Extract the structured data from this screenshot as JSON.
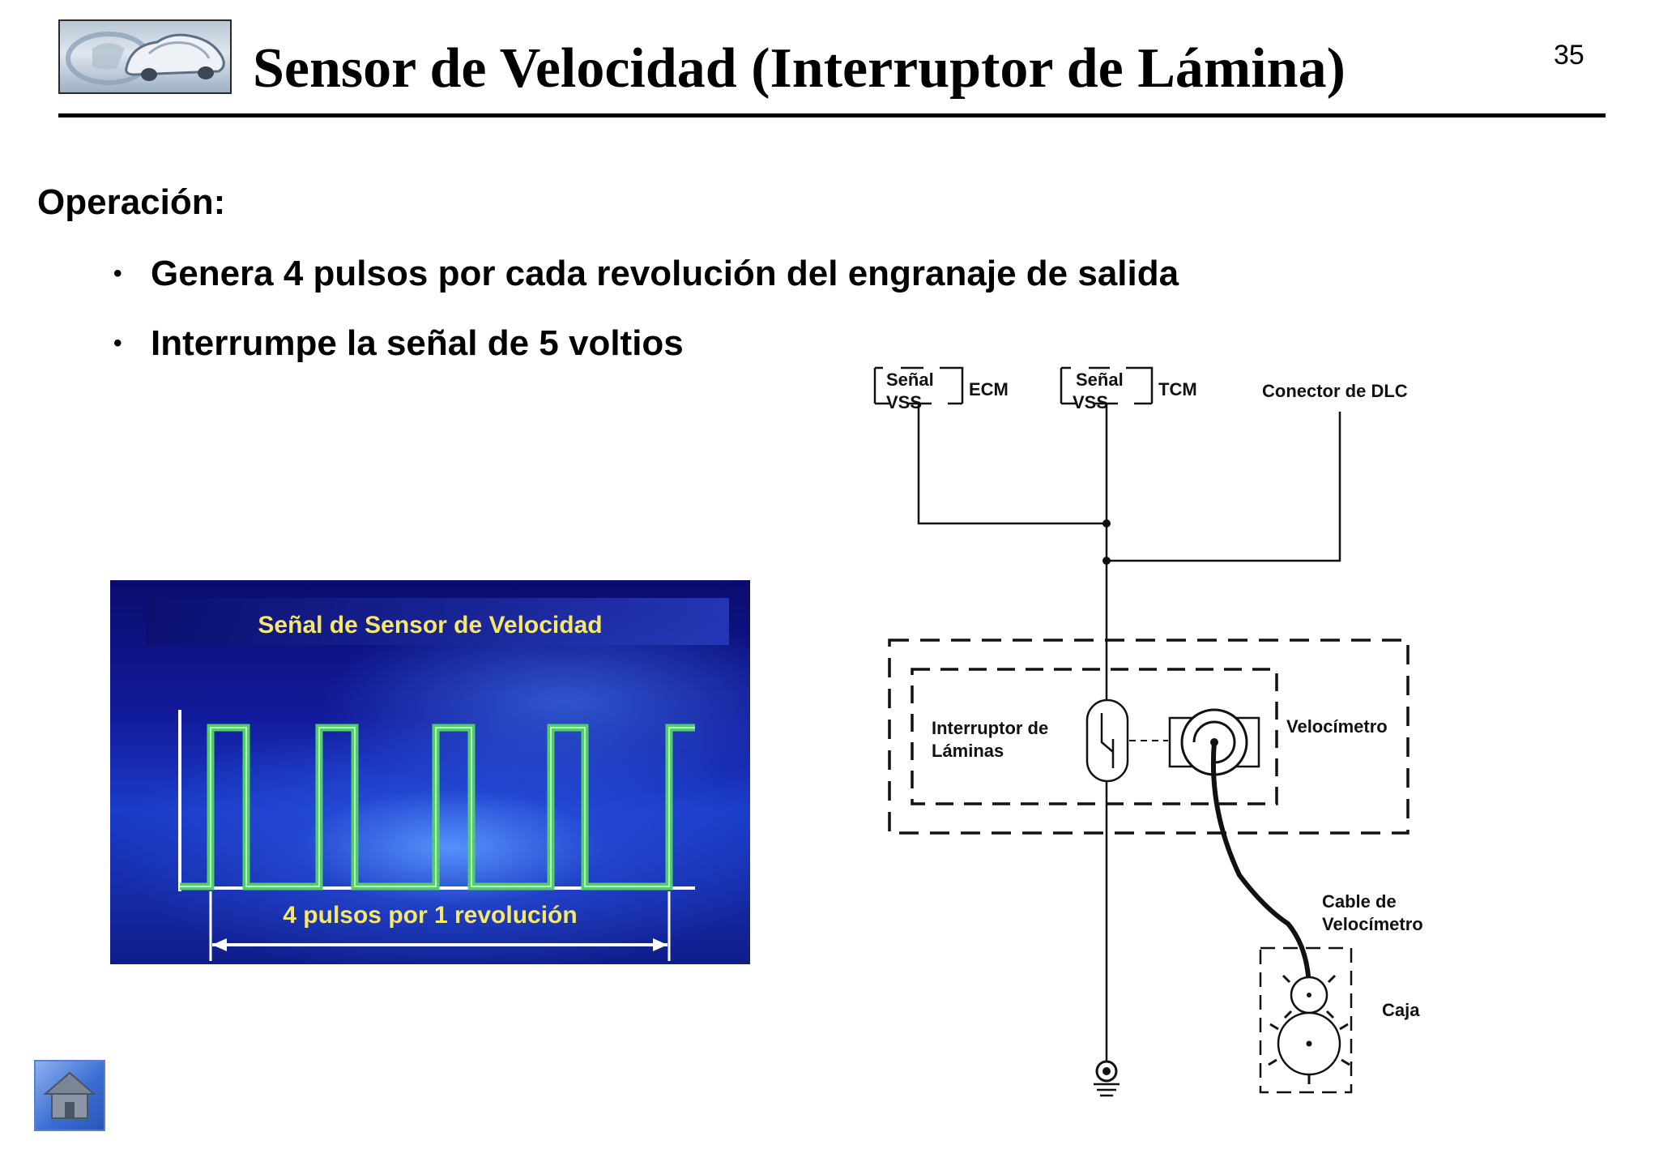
{
  "slide": {
    "title": "Sensor de Velocidad (Interruptor de Lámina)",
    "page_number": "35",
    "logo_icon": "hyundai-car-logo-icon"
  },
  "content": {
    "heading": "Operación:",
    "bullets": [
      "Genera 4 pulsos por cada revolución del engranaje de salida",
      "Interrumpe la señal de 5 voltios"
    ]
  },
  "signal_panel": {
    "title": "Señal de Sensor de Velocidad",
    "caption": "4 pulsos por 1 revolución",
    "pulse_count": 4,
    "waveform_color": "#4fd067",
    "text_color": "#f7e86a"
  },
  "diagram": {
    "ecm_signal_line1": "Señal",
    "ecm_signal_line2": "VSS",
    "ecm_label": "ECM",
    "tcm_signal_line1": "Señal",
    "tcm_signal_line2": "VSS",
    "tcm_label": "TCM",
    "dlc_label": "Conector de DLC",
    "reed_switch_line1": "Interruptor de",
    "reed_switch_line2": "Láminas",
    "speedometer_label": "Velocímetro",
    "cable_line1": "Cable de",
    "cable_line2": "Velocímetro",
    "gearbox_label": "Caja"
  },
  "navigation": {
    "home_icon": "home-icon"
  }
}
